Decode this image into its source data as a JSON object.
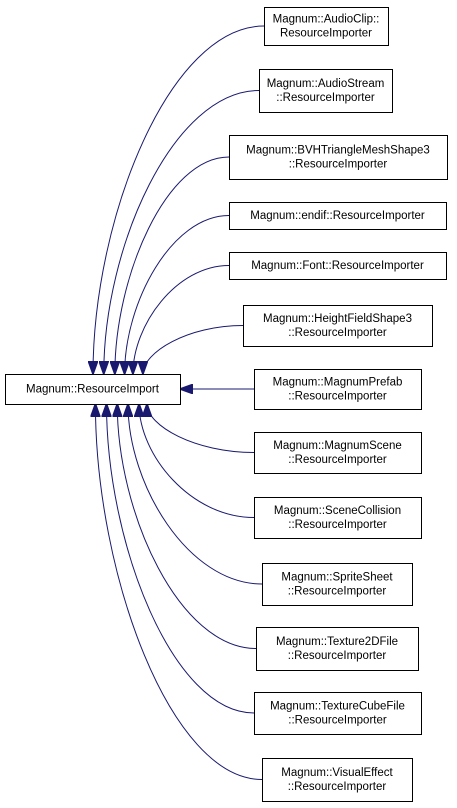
{
  "diagram": {
    "base": {
      "label": "Magnum::ResourceImport"
    },
    "derived": [
      {
        "lines": [
          "Magnum::AudioClip::",
          "ResourceImporter"
        ]
      },
      {
        "lines": [
          "Magnum::AudioStream",
          "::ResourceImporter"
        ]
      },
      {
        "lines": [
          "Magnum::BVHTriangleMeshShape3",
          "::ResourceImporter"
        ]
      },
      {
        "lines": [
          "Magnum::endif::ResourceImporter"
        ]
      },
      {
        "lines": [
          "Magnum::Font::ResourceImporter"
        ]
      },
      {
        "lines": [
          "Magnum::HeightFieldShape3",
          "::ResourceImporter"
        ]
      },
      {
        "lines": [
          "Magnum::MagnumPrefab",
          "::ResourceImporter"
        ]
      },
      {
        "lines": [
          "Magnum::MagnumScene",
          "::ResourceImporter"
        ]
      },
      {
        "lines": [
          "Magnum::SceneCollision",
          "::ResourceImporter"
        ]
      },
      {
        "lines": [
          "Magnum::SpriteSheet",
          "::ResourceImporter"
        ]
      },
      {
        "lines": [
          "Magnum::Texture2DFile",
          "::ResourceImporter"
        ]
      },
      {
        "lines": [
          "Magnum::TextureCubeFile",
          "::ResourceImporter"
        ]
      },
      {
        "lines": [
          "Magnum::VisualEffect",
          "::ResourceImporter"
        ]
      }
    ],
    "colors": {
      "edge": "#191970",
      "node_border": "#000000",
      "node_fill": "#ffffff"
    }
  }
}
